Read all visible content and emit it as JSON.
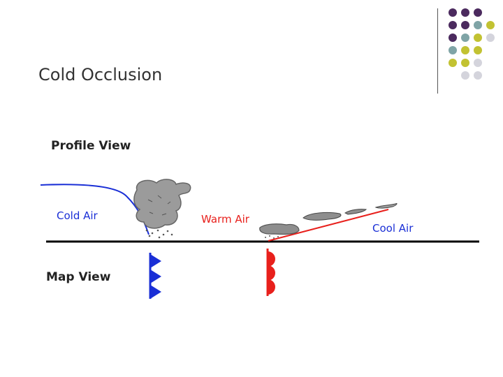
{
  "slide": {
    "title": "Cold Occlusion"
  },
  "diagram": {
    "profile_label": "Profile View",
    "map_label": "Map View",
    "air_masses": [
      {
        "name": "cold",
        "label": "Cold Air",
        "color": "#1a2fd6"
      },
      {
        "name": "warm",
        "label": "Warm Air",
        "color": "#e8201c"
      },
      {
        "name": "cool",
        "label": "Cool Air",
        "color": "#1a2fd6"
      }
    ]
  },
  "decor": {
    "dot_colors": {
      "purple": "#4b2a5e",
      "teal": "#7fa4a6",
      "olive": "#c2c232",
      "grey": "#d4d4dc"
    }
  }
}
